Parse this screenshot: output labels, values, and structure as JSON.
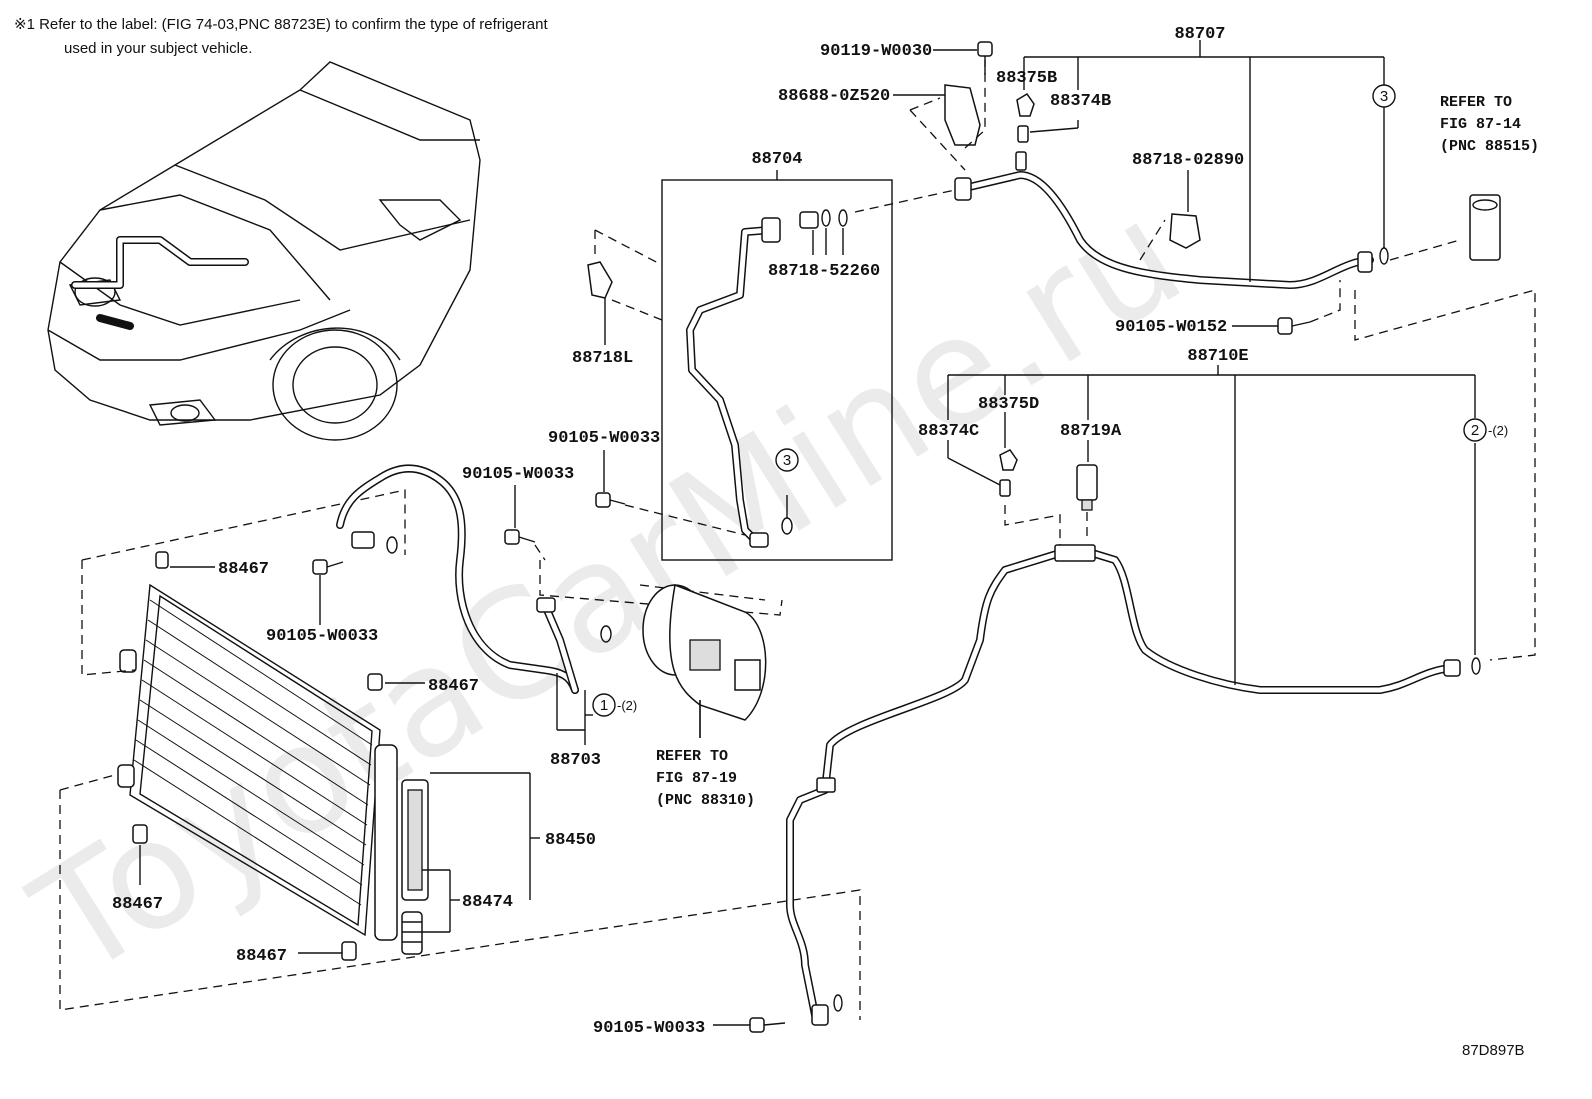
{
  "note": {
    "line1": "※1 Refer to the label: (FIG 74-03,PNC 88723E) to confirm the type of refrigerant",
    "line2": "used in your subject vehicle."
  },
  "watermark": "ToyotaCarMine.ru",
  "diagram_code": "87D897B",
  "labels": {
    "p88707": "88707",
    "p90119_w0030": "90119-W0030",
    "p88375b": "88375B",
    "p88374b": "88374B",
    "p88688_0z520": "88688-0Z520",
    "p88704": "88704",
    "p88718_02890": "88718-02890",
    "p88718_52260": "88718-52260",
    "p88718l": "88718L",
    "p90105_w0152": "90105-W0152",
    "p88710e": "88710E",
    "p88375d": "88375D",
    "p88374c": "88374C",
    "p88719a": "88719A",
    "p90105_w0033_a": "90105-W0033",
    "p90105_w0033_b": "90105-W0033",
    "p90105_w0033_c": "90105-W0033",
    "p90105_w0033_d": "90105-W0033",
    "p88467_a": "88467",
    "p88467_b": "88467",
    "p88467_c": "88467",
    "p88467_d": "88467",
    "p88703": "88703",
    "p88450": "88450",
    "p88474": "88474"
  },
  "circles": {
    "c1": "1",
    "c2": "2",
    "c3a": "3",
    "c3b": "3",
    "qty1": "-(2)",
    "qty2": "-(2)"
  },
  "refs": {
    "r1": {
      "l1": "REFER TO",
      "l2": "FIG 87-14",
      "l3": "(PNC 88515)"
    },
    "r2": {
      "l1": "REFER TO",
      "l2": "FIG 87-19",
      "l3": "(PNC 88310)"
    }
  }
}
